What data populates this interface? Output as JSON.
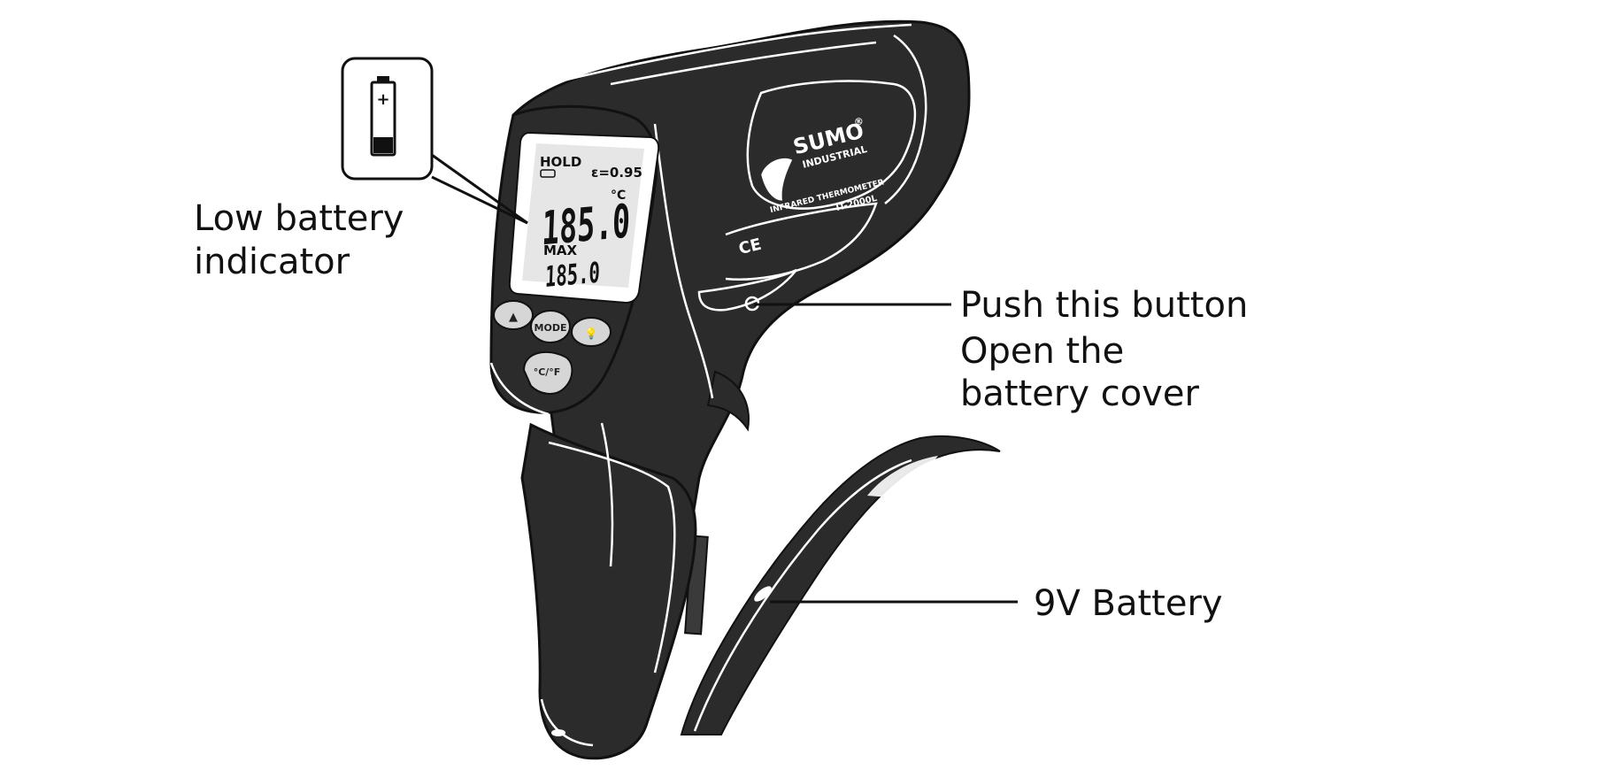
{
  "callouts": {
    "low_battery": [
      "Low battery",
      "indicator"
    ],
    "push_button": [
      "Push this button",
      "Open the",
      "battery cover"
    ],
    "battery": "9V Battery"
  },
  "display": {
    "hold": "HOLD",
    "emissivity": "ε=0.95",
    "unit": "°C",
    "main_reading": "185.0",
    "max_label": "MAX",
    "max_reading": "185.0"
  },
  "buttons": {
    "up": "▲",
    "mode": "MODE",
    "light": "💡",
    "unit_toggle": "°C/°F"
  },
  "device": {
    "brand": "SUMO",
    "registered": "®",
    "sub_brand": "INDUSTRIAL",
    "product_line": "INFRARED THERMOMETER",
    "model": "IT-2000L",
    "certification": "CE"
  },
  "colors": {
    "body": "#2b2b2b",
    "lcd": "#e6e6e6",
    "outline": "#ffffff",
    "text": "#111111"
  }
}
